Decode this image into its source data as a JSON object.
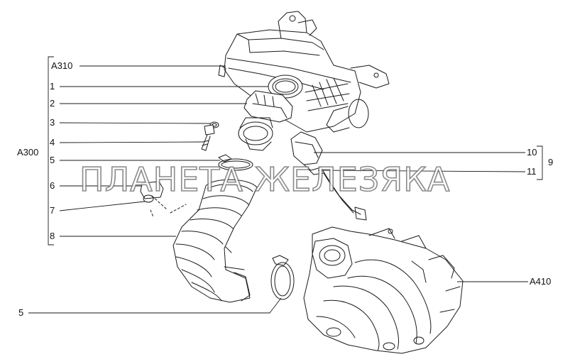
{
  "group_labels": {
    "a310": "A310",
    "a300": "A300",
    "a410": "A410",
    "sensor_group": "9"
  },
  "callouts": {
    "c1": "1",
    "c2": "2",
    "c3": "3",
    "c4": "4",
    "c5a": "5",
    "c6": "6",
    "c7": "7",
    "c8": "8",
    "c10": "10",
    "c11": "11",
    "c5b": "5"
  },
  "watermark": "ПЛАНЕТА ЖЕЛЕЗЯКА",
  "colors": {
    "line": "#1a1a1a",
    "watermark_outline": "#777777"
  }
}
